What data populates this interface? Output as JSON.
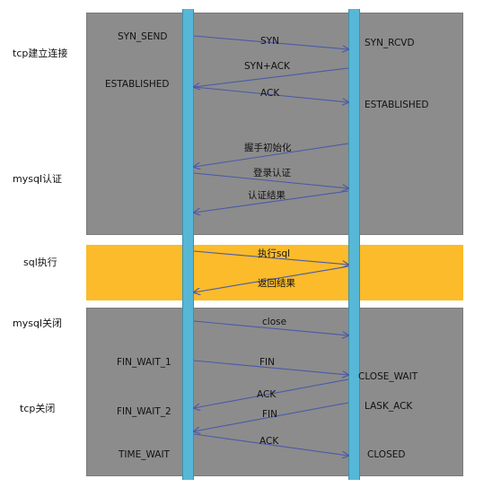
{
  "sections": {
    "tcp_connect": "tcp建立连接",
    "mysql_auth": "mysql认证",
    "sql_exec": "sql执行",
    "mysql_close": "mysql关闭",
    "tcp_close": "tcp关闭"
  },
  "client_states": {
    "syn_send": "SYN_SEND",
    "established": "ESTABLISHED",
    "fin_wait_1": "FIN_WAIT_1",
    "fin_wait_2": "FIN_WAIT_2",
    "time_wait": "TIME_WAIT"
  },
  "server_states": {
    "syn_rcvd": "SYN_RCVD",
    "established": "ESTABLISHED",
    "close_wait": "CLOSE_WAIT",
    "lask_ack": "LASK_ACK",
    "closed": "CLOSED"
  },
  "messages": {
    "syn": "SYN",
    "syn_ack": "SYN+ACK",
    "ack1": "ACK",
    "handshake_init": "握手初始化",
    "login_auth": "登录认证",
    "auth_result": "认证结果",
    "exec_sql": "执行sql",
    "return_result": "返回结果",
    "close": "close",
    "fin1": "FIN",
    "ack2": "ACK",
    "fin2": "FIN",
    "ack3": "ACK"
  },
  "colors": {
    "band_gray": "#8c8c8c",
    "band_yellow": "#fbbb2a",
    "lifeline": "#56b7d6",
    "arrow": "#4a5aa8"
  }
}
